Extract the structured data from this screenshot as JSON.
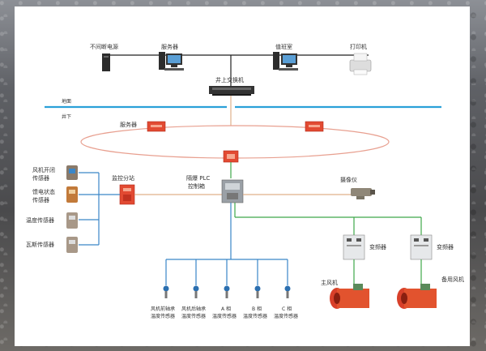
{
  "labels": {
    "power": "不间断电源",
    "server_top": "服务器",
    "duty_room": "值班室",
    "printer": "打印机",
    "switch": "井上交换机",
    "ground": "地面",
    "underground": "井下",
    "server_ring": "服务器",
    "fan_switch_1": "风机开闭",
    "fan_switch_2": "传感器",
    "feed_1": "馈电状态",
    "feed_2": "传感器",
    "temp": "温度传感器",
    "gas": "瓦斯传感器",
    "monitor": "监控分站",
    "plc_1": "隔爆 PLC",
    "plc_2": "控制箱",
    "camera": "摄像仪",
    "vfd1": "变频器",
    "vfd2": "变频器",
    "main_fan": "主风机",
    "backup_fan": "备用风机",
    "s1_1": "风机前轴承",
    "s1_2": "温度传感器",
    "s2_1": "风机后轴承",
    "s2_2": "温度传感器",
    "s3_1": "A 相",
    "s3_2": "温度传感器",
    "s4_1": "B 相",
    "s4_2": "温度传感器",
    "s5_1": "C 相",
    "s5_2": "温度传感器"
  },
  "colors": {
    "ring": "#e8a090",
    "ground_line": "#2aa0d8",
    "blue_link": "#3a86c8",
    "green_link": "#3ea84a",
    "tan_link": "#e0b08a",
    "red_device": "#e24a32"
  }
}
